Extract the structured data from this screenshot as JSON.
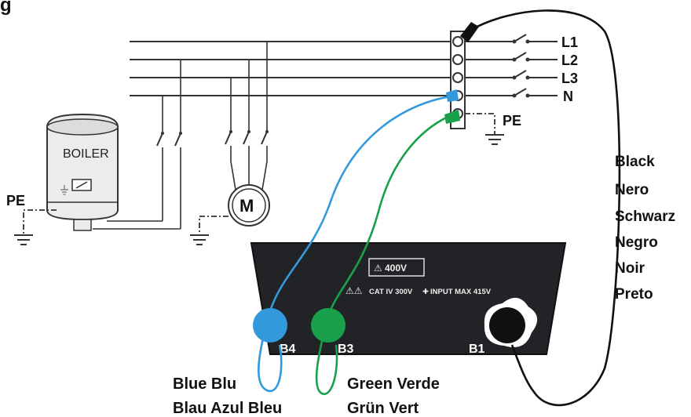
{
  "header": {
    "title": "g"
  },
  "lines": {
    "l1": "L1",
    "l2": "L2",
    "l3": "L3",
    "n": "N",
    "pe": "PE"
  },
  "boiler": {
    "label": "BOILER",
    "pe": "PE"
  },
  "motor": {
    "label": "M"
  },
  "instrument": {
    "rating": "400V",
    "cat_text": "CAT IV 300V",
    "input_text": "INPUT MAX 415V",
    "terminals": {
      "b4": "B4",
      "b3": "B3",
      "b1": "B1"
    }
  },
  "colors": {
    "blue": "#3399dd",
    "green": "#18a04a",
    "black": "#111111",
    "body": "#222326"
  },
  "black_lead": {
    "lines": [
      "Black",
      "Nero",
      "Schwarz",
      "Negro",
      "Noir",
      "Preto"
    ]
  },
  "blue_lead": {
    "line1": "Blue Blu",
    "line2": "Blau Azul Bleu"
  },
  "green_lead": {
    "line1": "Green Verde",
    "line2": "Grün Vert"
  }
}
